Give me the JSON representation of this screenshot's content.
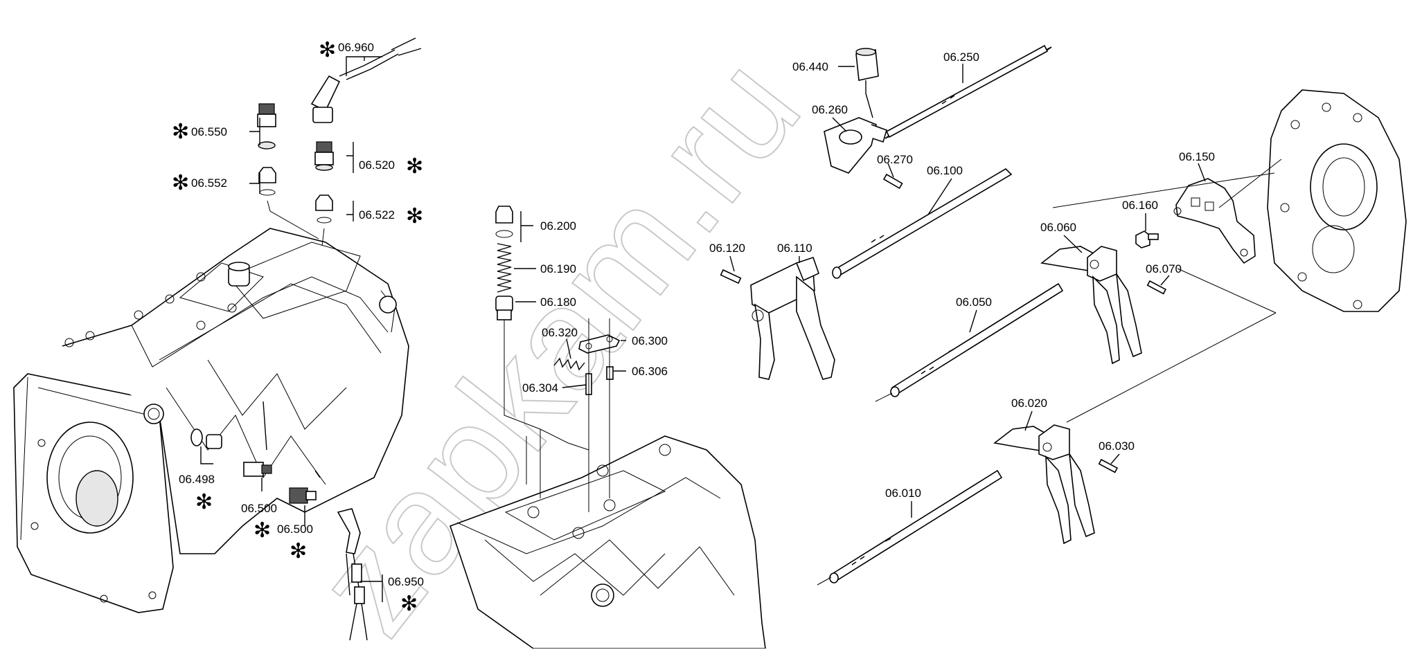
{
  "watermark": "zapkam.ru",
  "labels": {
    "p06960": "06.960",
    "p06550": "06.550",
    "p06552": "06.552",
    "p06520": "06.520",
    "p06522": "06.522",
    "p06498": "06.498",
    "p06500a": "06.500",
    "p06500b": "06.500",
    "p06950": "06.950",
    "p06200": "06.200",
    "p06190": "06.190",
    "p06180": "06.180",
    "p06320": "06.320",
    "p06300": "06.300",
    "p06306": "06.306",
    "p06304": "06.304",
    "p06440": "06.440",
    "p06250": "06.250",
    "p06260": "06.260",
    "p06270": "06.270",
    "p06100": "06.100",
    "p06120": "06.120",
    "p06110": "06.110",
    "p06150": "06.150",
    "p06160": "06.160",
    "p06060": "06.060",
    "p06070": "06.070",
    "p06050": "06.050",
    "p06020": "06.020",
    "p06030": "06.030",
    "p06010": "06.010"
  },
  "marker": "✻"
}
